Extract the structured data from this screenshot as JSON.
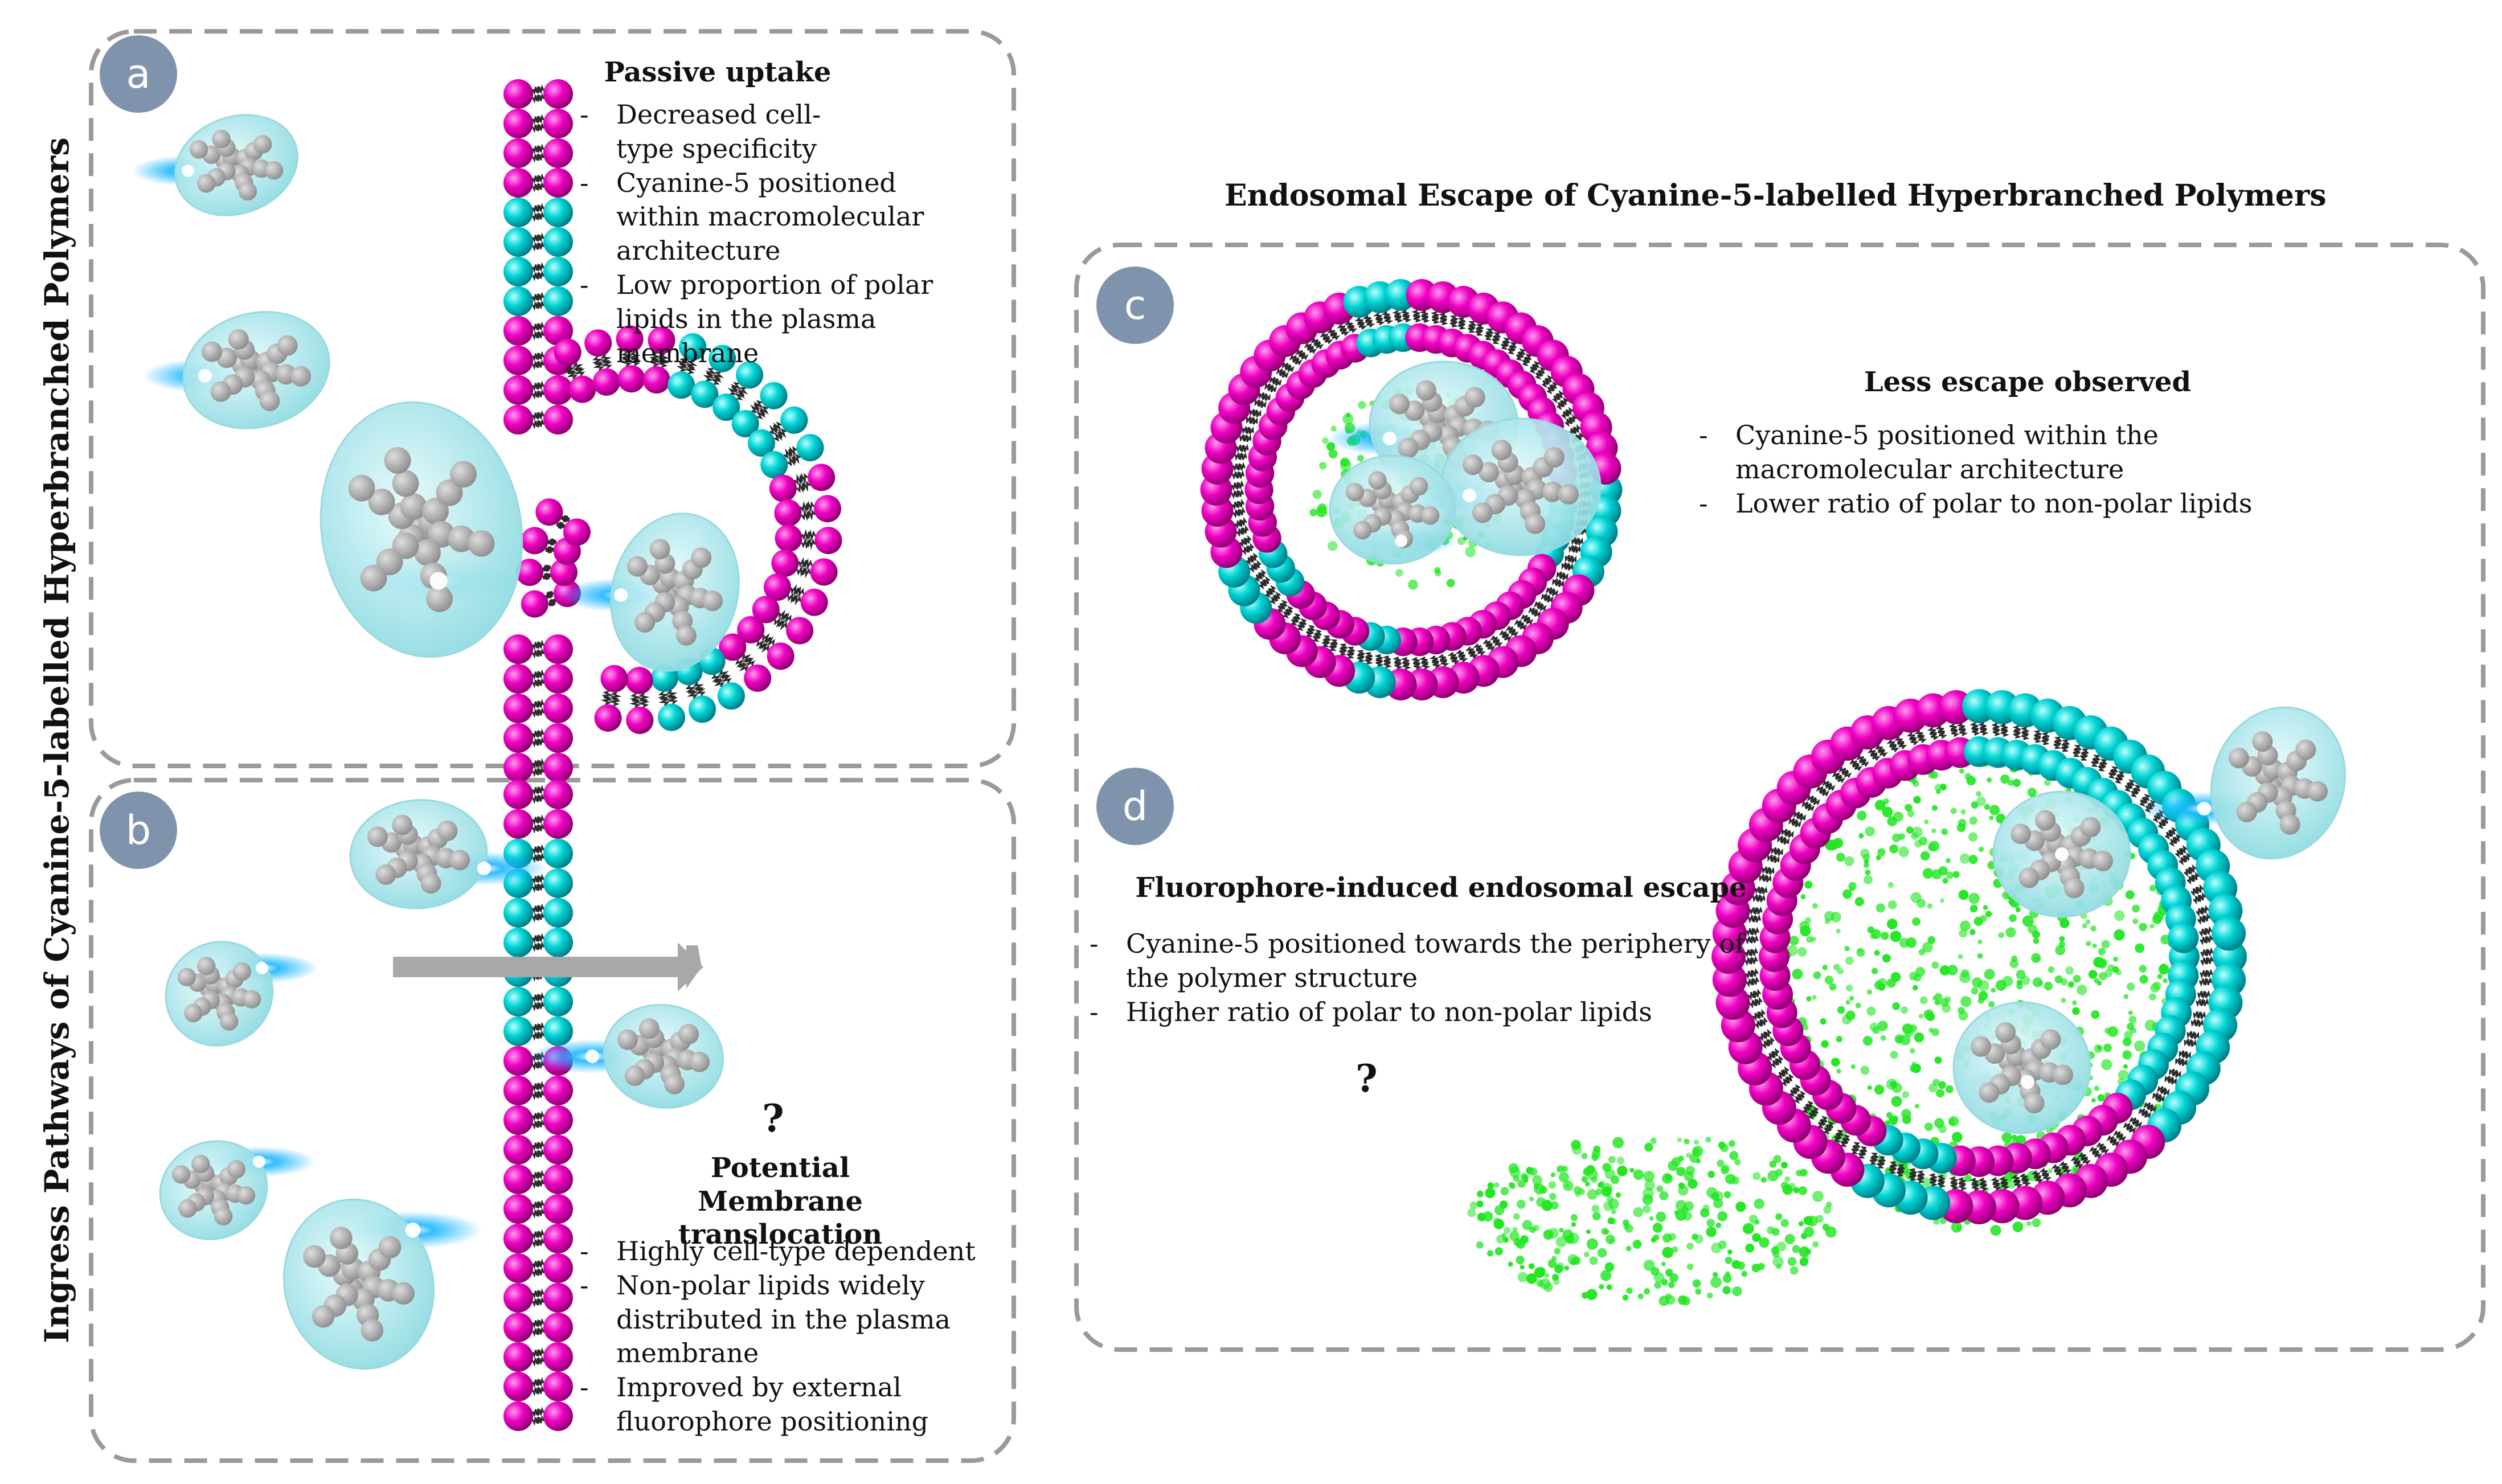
{
  "main_title": "Endosomal Escape of Cyanine-5-labelled Hyperbranched Polymers",
  "side_title": "Ingress Pathways of Cyanine-5-labelled Hyperbranched Polymers",
  "panels": {
    "a": {
      "label": "a",
      "title": "Passive uptake",
      "bullets": [
        "Decreased cell-type specificity",
        "Cyanine-5 positioned within macromolecular architecture",
        "Low proportion of polar lipids in the plasma membrane"
      ]
    },
    "b": {
      "label": "b",
      "question": "?",
      "title": "Potential Membrane translocation",
      "bullets": [
        "Highly cell-type dependent",
        "Non-polar lipids widely distributed in the plasma membrane",
        "Improved by external fluorophore positioning"
      ]
    },
    "c": {
      "label": "c",
      "title": "Less escape observed",
      "bullets": [
        "Cyanine-5 positioned within the macromolecular architecture",
        "Lower ratio of polar to non-polar lipids"
      ]
    },
    "d": {
      "label": "d",
      "title": "Fluorophore-induced endosomal escape",
      "bullets": [
        "Cyanine-5 positioned towards the periphery of the polymer structure",
        "Higher ratio of polar to non-polar lipids"
      ],
      "question": "?"
    }
  },
  "colors": {
    "polar_lipid": "#ff00cc",
    "nonpolar_lipid": "#00d2d2",
    "polymer_capsule": "#bfeff2",
    "polymer": "#a8a8a8",
    "fluorescence": "#22e622",
    "badge": "#8093ad",
    "panel_border": "#9a9a9a",
    "arrow": "#a8a8a8"
  }
}
